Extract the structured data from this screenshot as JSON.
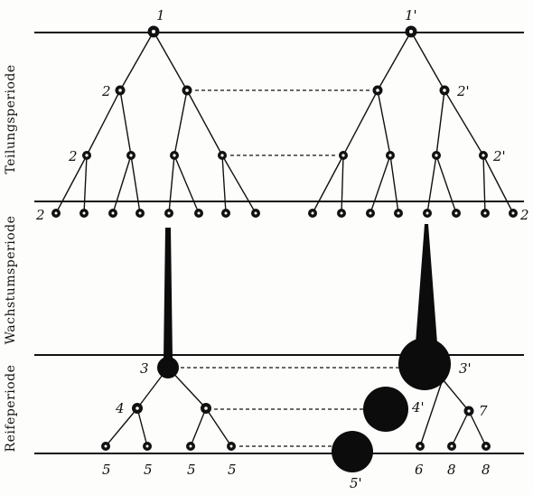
{
  "periods": {
    "division": "Teilungsperiode",
    "growth": "Wachstumsperiode",
    "maturation": "Reifeperiode"
  },
  "labels": {
    "gen1_left": "1",
    "gen1_right": "1'",
    "gen2_left_a": "2",
    "gen2_left_b": "2",
    "gen2_left_c": "2",
    "gen2_right_a": "2'",
    "gen2_right_b": "2'",
    "gen2_right_c": "2",
    "mat_left_3": "3",
    "mat_left_4": "4",
    "mat_right_3": "3'",
    "mat_right_4": "4'",
    "mat_right_7": "7",
    "bottom_5a": "5",
    "bottom_5b": "5",
    "bottom_5c": "5",
    "bottom_5d": "5",
    "bottom_5prime": "5'",
    "bottom_6": "6",
    "bottom_8a": "8",
    "bottom_8b": "8"
  }
}
